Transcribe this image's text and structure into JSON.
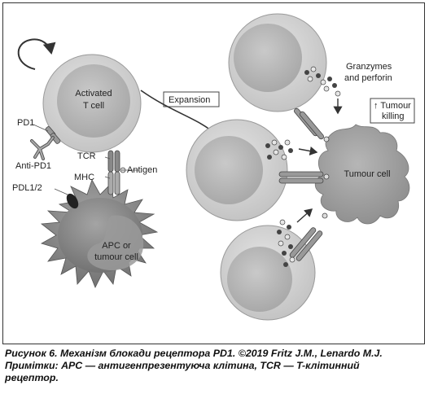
{
  "labels": {
    "activated_t_cell": [
      "Activated",
      "T cell"
    ],
    "pd1": "PD1",
    "anti_pd1": "Anti-PD1",
    "tcr": "TCR",
    "antigen": "Antigen",
    "mhc": "MHC",
    "pdl": "PDL1/2",
    "apc": [
      "APC or",
      "tumour cell"
    ],
    "expansion": "Expansion",
    "granzymes": [
      "Granzymes",
      "and perforin"
    ],
    "tumour_killing": [
      "↑ Tumour",
      "killing"
    ],
    "tumour_cell": "Tumour cell"
  },
  "caption": {
    "line1": "Рисунок 6. Механізм блокади рецептора PD1. ©2019 Fritz J.M., Lenardo M.J.",
    "line2": "Примітки: APC — антигенпрезентуюча клітина, TCR — T-клітинний",
    "line3": "рецептор."
  },
  "colors": {
    "cell_outer": "#d2d2d2",
    "cell_inner": "#bcbcbc",
    "apc_cell": "#8a8a8a",
    "tumour_cell": "#a3a3a3",
    "granule_light": "#e6e6e6",
    "granule_dark": "#444444"
  }
}
